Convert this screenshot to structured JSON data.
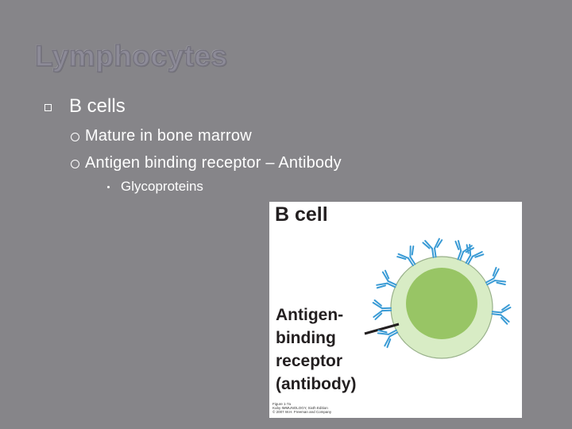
{
  "slide": {
    "title": "Lymphocytes",
    "bullets": {
      "level1": "B cells",
      "level2": [
        "Mature in bone marrow",
        "Antigen binding receptor – Antibody"
      ],
      "level3": "Glycoproteins"
    }
  },
  "figure": {
    "title": "B cell",
    "label_lines": [
      "Antigen-",
      "binding",
      "receptor",
      "(antibody)"
    ],
    "credit_lines": [
      "Figure 1-7a",
      "Kuby IMMUNOLOGY, Sixth Edition",
      "© 2007 W.H. Freeman and Company"
    ],
    "colors": {
      "cytoplasm": "#d8ecc5",
      "nucleus": "#98c565",
      "antibody": "#3a9bd5"
    }
  }
}
